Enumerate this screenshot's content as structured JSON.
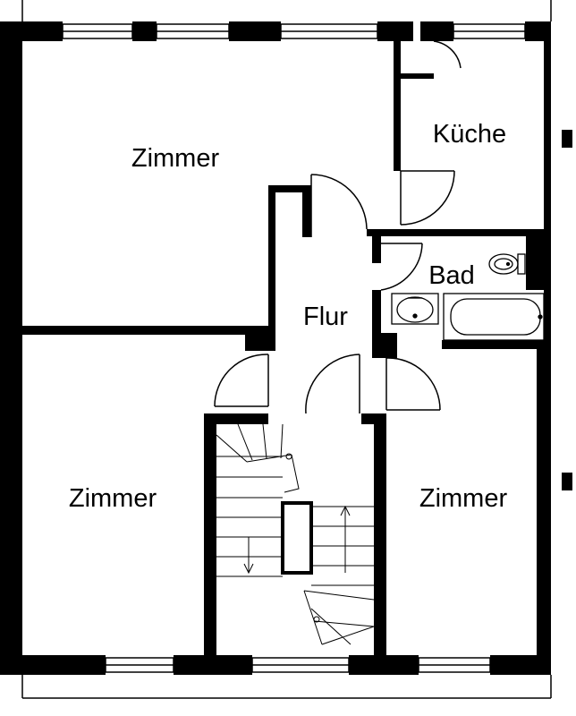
{
  "floor_plan": {
    "rooms": {
      "zimmer_top_left": "Zimmer",
      "kueche": "Küche",
      "bad": "Bad",
      "flur": "Flur",
      "zimmer_bottom_left": "Zimmer",
      "zimmer_bottom_right": "Zimmer"
    },
    "colors": {
      "wall": "#000000",
      "background": "#ffffff",
      "line": "#000000",
      "fixture_line": "#555555"
    }
  }
}
